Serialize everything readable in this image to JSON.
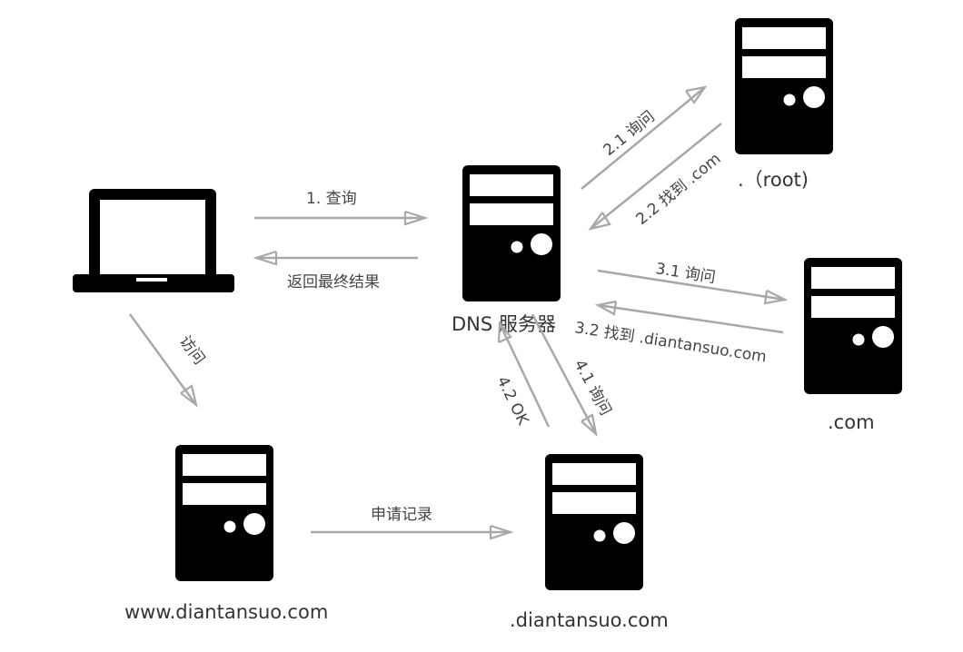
{
  "nodes": {
    "client": {
      "label": ""
    },
    "dns_server": {
      "label": "DNS 服务器"
    },
    "root_server": {
      "label": ".（root)"
    },
    "com_server": {
      "label": ".com"
    },
    "authoritative_server": {
      "label": ".diantansuo.com"
    },
    "web_server": {
      "label": "www.diantansuo.com"
    }
  },
  "edges": {
    "query": "1. 查询",
    "return_result": "返回最终结果",
    "root_ask": "2.1 询问",
    "root_found": "2.2 找到 .com",
    "com_ask": "3.1 询问",
    "com_found": "3.2 找到 .diantansuo.com",
    "auth_ask": "4.1 询问",
    "auth_ok": "4.2 OK",
    "visit": "访问",
    "apply_record": "申请记录"
  },
  "colors": {
    "icon": "#000000",
    "arrow": "#a8a8a8",
    "text": "#333333"
  }
}
